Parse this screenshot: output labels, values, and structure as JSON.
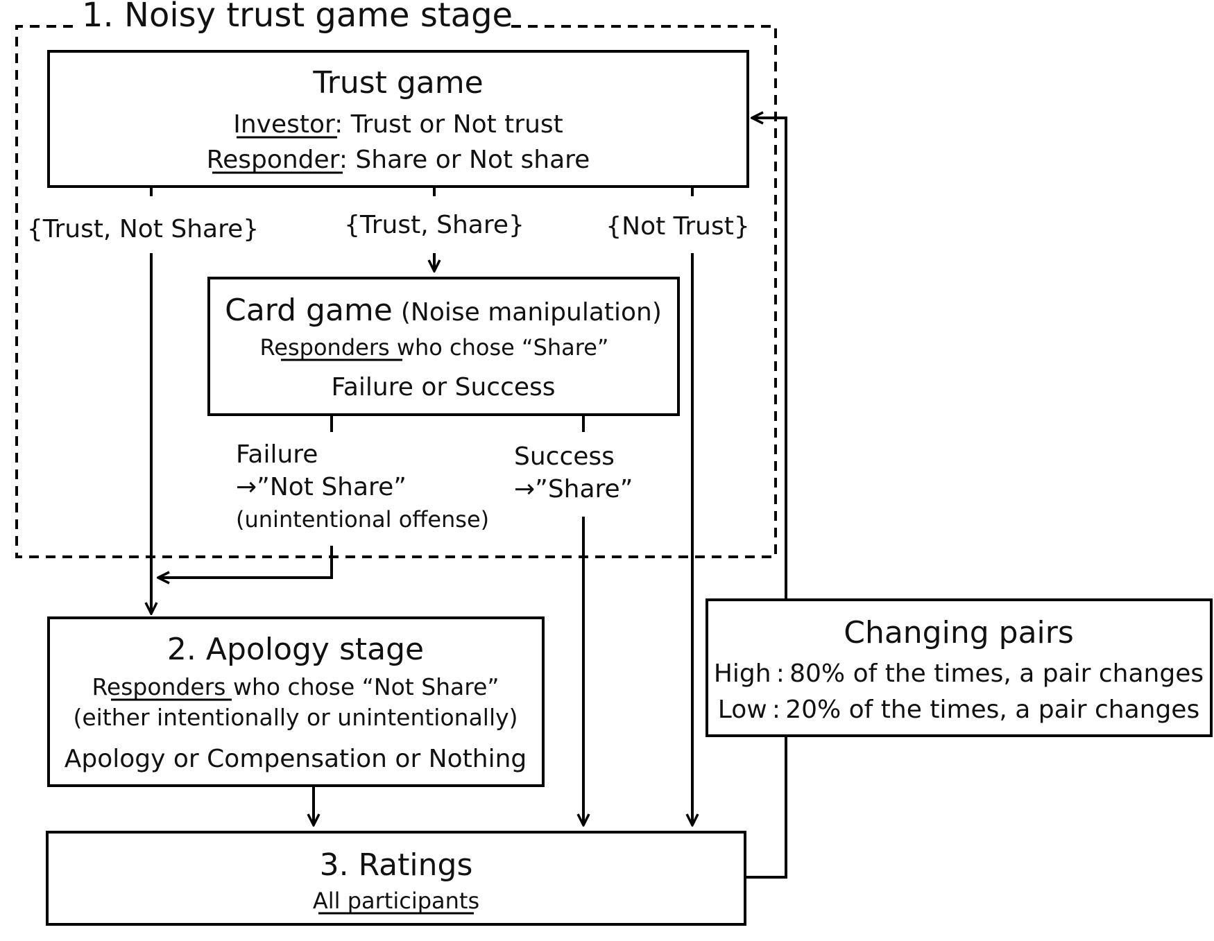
{
  "stage1": {
    "title": "1. Noisy trust game stage"
  },
  "trust_game": {
    "title": "Trust game",
    "investor_role": "Investor",
    "investor_text": ": Trust or Not trust",
    "responder_role": "Responder",
    "responder_text": ": Share or Not share"
  },
  "outcomes": {
    "trust_not_share": "{Trust, Not Share}",
    "trust_share": "{Trust, Share}",
    "not_trust": "{Not Trust}"
  },
  "card_game": {
    "title": "Card game",
    "subtitle": "(Noise manipulation)",
    "who_role": "Responders",
    "who_text": " who chose “Share”",
    "result": "Failure or Success"
  },
  "card_outcomes": {
    "failure_label": "Failure",
    "failure_result": "→”Not Share”",
    "failure_note": "(unintentional offense)",
    "success_label": "Success",
    "success_result": "→”Share”"
  },
  "apology": {
    "title": "2. Apology stage",
    "who_role": "Responders",
    "who_text": " who chose “Not Share”",
    "note": "(either intentionally or unintentionally)",
    "options": "Apology or Compensation or Nothing"
  },
  "ratings": {
    "title": "3. Ratings",
    "who": "All participants"
  },
  "changing_pairs": {
    "title": "Changing pairs",
    "high": "High : 80% of the times, a pair changes",
    "low": "Low : 20% of the times, a pair changes"
  }
}
